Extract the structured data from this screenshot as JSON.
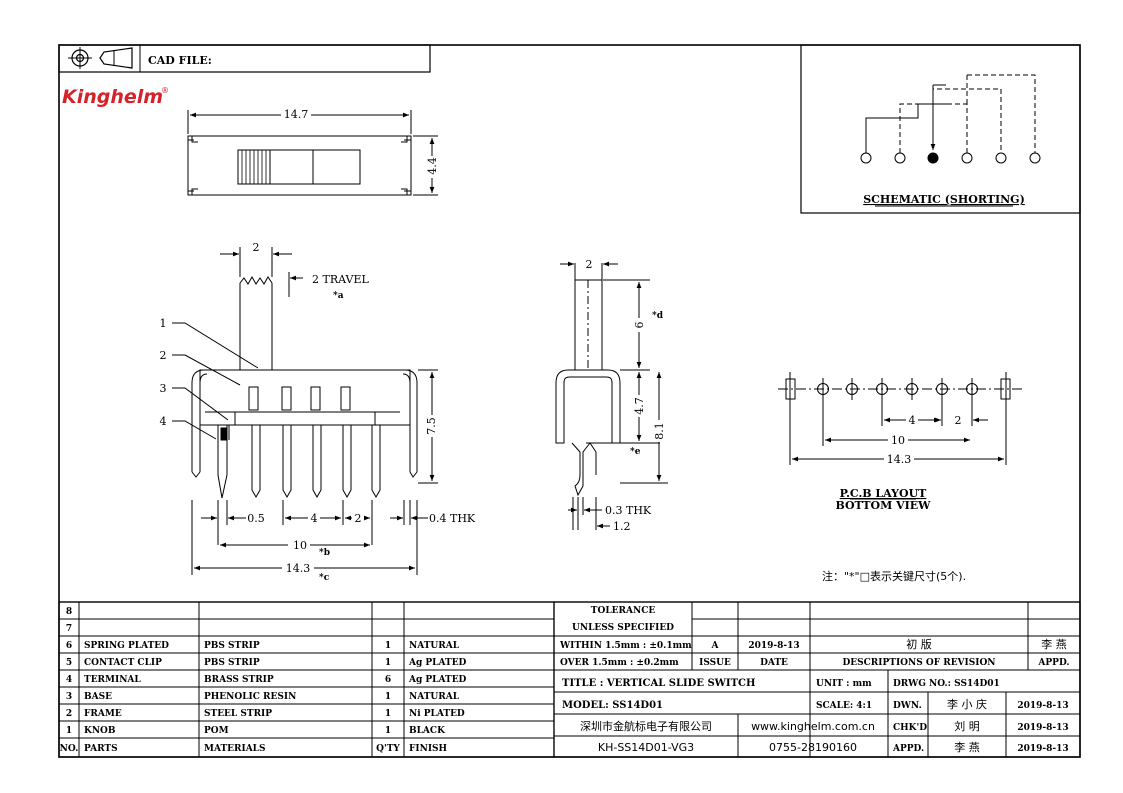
{
  "header": {
    "cad_label": "CAD FILE:"
  },
  "brand": {
    "logo_text": "Kinghelm",
    "logo_reg": "®",
    "color": "#d6232a"
  },
  "schematic": {
    "caption": "SCHEMATIC (SHORTING)"
  },
  "top_view": {
    "width_dim": "14.7",
    "height_dim": "4.4"
  },
  "side_view": {
    "knob_dim": "2",
    "travel": "2 TRAVEL",
    "travel_key": "*a",
    "callouts": [
      "1",
      "2",
      "3",
      "4"
    ],
    "height_dim": "7.5",
    "pitch_05": "0.5",
    "pitch_4": "4",
    "pitch_2": "2",
    "thk": "0.4 THK",
    "dim_10": "10",
    "dim_10_key": "*b",
    "dim_143": "14.3",
    "dim_143_key": "*c"
  },
  "end_view": {
    "knob_dim": "2",
    "dim_6": "6",
    "dim_6_key": "*d",
    "dim_47": "4.7",
    "dim_81": "8.1",
    "key_e": "*e",
    "thk": "0.3 THK",
    "dim_12": "1.2"
  },
  "pcb": {
    "dim_4": "4",
    "dim_2": "2",
    "dim_10": "10",
    "dim_143": "14.3",
    "title1": "P.C.B LAYOUT",
    "title2": "BOTTOM VIEW"
  },
  "note": "注：\"*\"□表示关键尺寸(5个).",
  "bom": {
    "rows": [
      {
        "no": "8",
        "part": "",
        "material": "",
        "qty": "",
        "finish": ""
      },
      {
        "no": "7",
        "part": "",
        "material": "",
        "qty": "",
        "finish": ""
      },
      {
        "no": "6",
        "part": "SPRING PLATED",
        "material": "PBS STRIP",
        "qty": "1",
        "finish": "NATURAL"
      },
      {
        "no": "5",
        "part": "CONTACT CLIP",
        "material": "PBS STRIP",
        "qty": "1",
        "finish": "Ag PLATED"
      },
      {
        "no": "4",
        "part": "TERMINAL",
        "material": "BRASS STRIP",
        "qty": "6",
        "finish": "Ag PLATED"
      },
      {
        "no": "3",
        "part": "BASE",
        "material": "PHENOLIC RESIN",
        "qty": "1",
        "finish": "NATURAL"
      },
      {
        "no": "2",
        "part": "FRAME",
        "material": "STEEL STRIP",
        "qty": "1",
        "finish": "Ni PLATED"
      },
      {
        "no": "1",
        "part": "KNOB",
        "material": "POM",
        "qty": "1",
        "finish": "BLACK"
      }
    ],
    "headers": {
      "no": "NO.",
      "part": "PARTS",
      "material": "MATERIALS",
      "qty": "Q'TY",
      "finish": "FINISH"
    }
  },
  "title_block": {
    "tol1": "TOLERANCE",
    "tol2": "UNLESS SPECIFIED",
    "within": "WITHIN 1.5mm : ±0.1mm",
    "over": "OVER 1.5mm : ±0.2mm",
    "issue_val": "A",
    "issue_label": "ISSUE",
    "date_val": "2019-8-13",
    "date_label": "DATE",
    "rev_desc": "初 版",
    "rev_label": "DESCRIPTIONS OF REVISION",
    "appd_val": "李 燕",
    "appd_label": "APPD.",
    "title": "TITLE : VERTICAL SLIDE SWITCH",
    "unit": "UNIT : mm",
    "drwg": "DRWG NO.: SS14D01",
    "model": "MODEL: SS14D01",
    "scale": "SCALE: 4:1",
    "dwn_label": "DWN.",
    "dwn_name": "李 小 庆",
    "dwn_date": "2019-8-13",
    "company": "深圳市金航标电子有限公司",
    "web": "www.kinghelm.com.cn",
    "chkd_label": "CHK'D",
    "chkd_name": "刘 明",
    "chkd_date": "2019-8-13",
    "partno": "KH-SS14D01-VG3",
    "phone": "0755-28190160",
    "appd2_label": "APPD.",
    "appd2_name": "李 燕",
    "appd2_date": "2019-8-13"
  }
}
